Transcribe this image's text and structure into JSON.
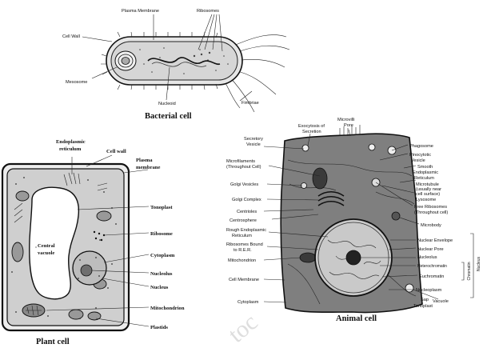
{
  "titles": {
    "bacterial": "Bacterial cell",
    "plant": "Plant cell",
    "animal": "Animal cell"
  },
  "bacterial_labels": {
    "plasma_membrane": "Plasma Membrane",
    "ribosomes": "Ribosomes",
    "cell_wall": "Cell Wall",
    "mesosome": "Mesosome",
    "nucleoid": "Nucleoid",
    "fimbriae": "Fimbriae"
  },
  "plant_labels": {
    "er_1": "Endoplasmic",
    "er_2": "reticulum",
    "cell_wall": "Cell wall",
    "plasma_1": "Plasma",
    "plasma_2": "membrane",
    "tonoplast": "Tonoplast",
    "ribosome": "Ribosome",
    "central_1": "Central",
    "central_2": "vacuole",
    "cytoplasm": "Cytoplasm",
    "nucleolus": "Nucleolus",
    "nucleus": "Nucleus",
    "mitochondrion": "Mitochondrion",
    "plastids": "Plastids"
  },
  "animal_labels": {
    "exocytosis_1": "Exocytosis of",
    "exocytosis_2": "Secretion",
    "microvilli_1": "Microvilli",
    "microvilli_2": "Pore",
    "secretory_1": "Secretory",
    "secretory_2": "Vesicle",
    "microfilaments_1": "Microfilaments",
    "microfilaments_2": "(Throughout Cell)",
    "golgi_vesicles": "Golgi Vesicles",
    "golgi_complex": "Golgi Complex",
    "centrioles": "Centrioles",
    "centrosphere": "Centrosphere",
    "rough_er_1": "Rough Endoplasmic",
    "rough_er_2": "Reticulum",
    "ribosomes_bound_1": "Ribosomes Bound",
    "ribosomes_bound_2": "to R.E.R.",
    "mitochondrion": "Mitochondrion",
    "cell_membrane": "Cell Membrane",
    "cytoplasm": "Cytoplasm",
    "phagosome": "Phagosome",
    "pinocytotic_1": "Pinocytotic",
    "pinocytotic_2": "Vesicle",
    "smooth_1": "Smooth",
    "smooth_2": "Endoplasmic",
    "smooth_3": "Reticulum",
    "microtubule_1": "Microtubule",
    "microtubule_2": "(usually near",
    "microtubule_3": "cell surface)",
    "lysosome": "Lysosome",
    "free_ribosomes_1": "Free Ribosomes",
    "free_ribosomes_2": "(Throughout cell)",
    "microbody": "Microbody",
    "nuclear_envelope": "Nuclear Envelope",
    "nuclear_pore": "Nuclear Pore",
    "nucleolus": "Nucleolus",
    "heterochromatin": "Heterochromatin",
    "euchromatin": "Euchromatin",
    "nucleoplasm": "Nucleoplasm",
    "sap": "Sap",
    "vacuole": "Vacuole",
    "tonoplast": "Tonoplast",
    "chromatin": "Chromatin",
    "nucleus": "Nucleus"
  },
  "watermark": "toc"
}
